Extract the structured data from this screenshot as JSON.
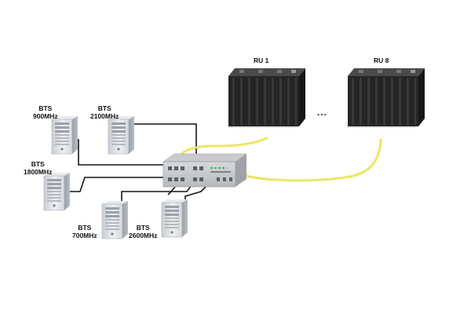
{
  "bts_units": [
    {
      "line1": "BTS",
      "line2": "900MHz"
    },
    {
      "line1": "BTS",
      "line2": "2100MHz"
    },
    {
      "line1": "BTS",
      "line2": "1800MHz"
    },
    {
      "line1": "BTS",
      "line2": "700MHz"
    },
    {
      "line1": "BTS",
      "line2": "2600MHz"
    }
  ],
  "radio_units": [
    {
      "label": "RU 1"
    },
    {
      "label": "RU 8"
    }
  ],
  "ellipsis": "...",
  "colors": {
    "fiber": "#e8e54a",
    "coax": "#1a1a1a",
    "ru_body": "#2a2a2a",
    "server_body": "#d9dde2"
  },
  "icons": {
    "bts": "server-tower-icon",
    "hub": "rack-unit-icon",
    "ru": "remote-radio-unit-icon"
  }
}
